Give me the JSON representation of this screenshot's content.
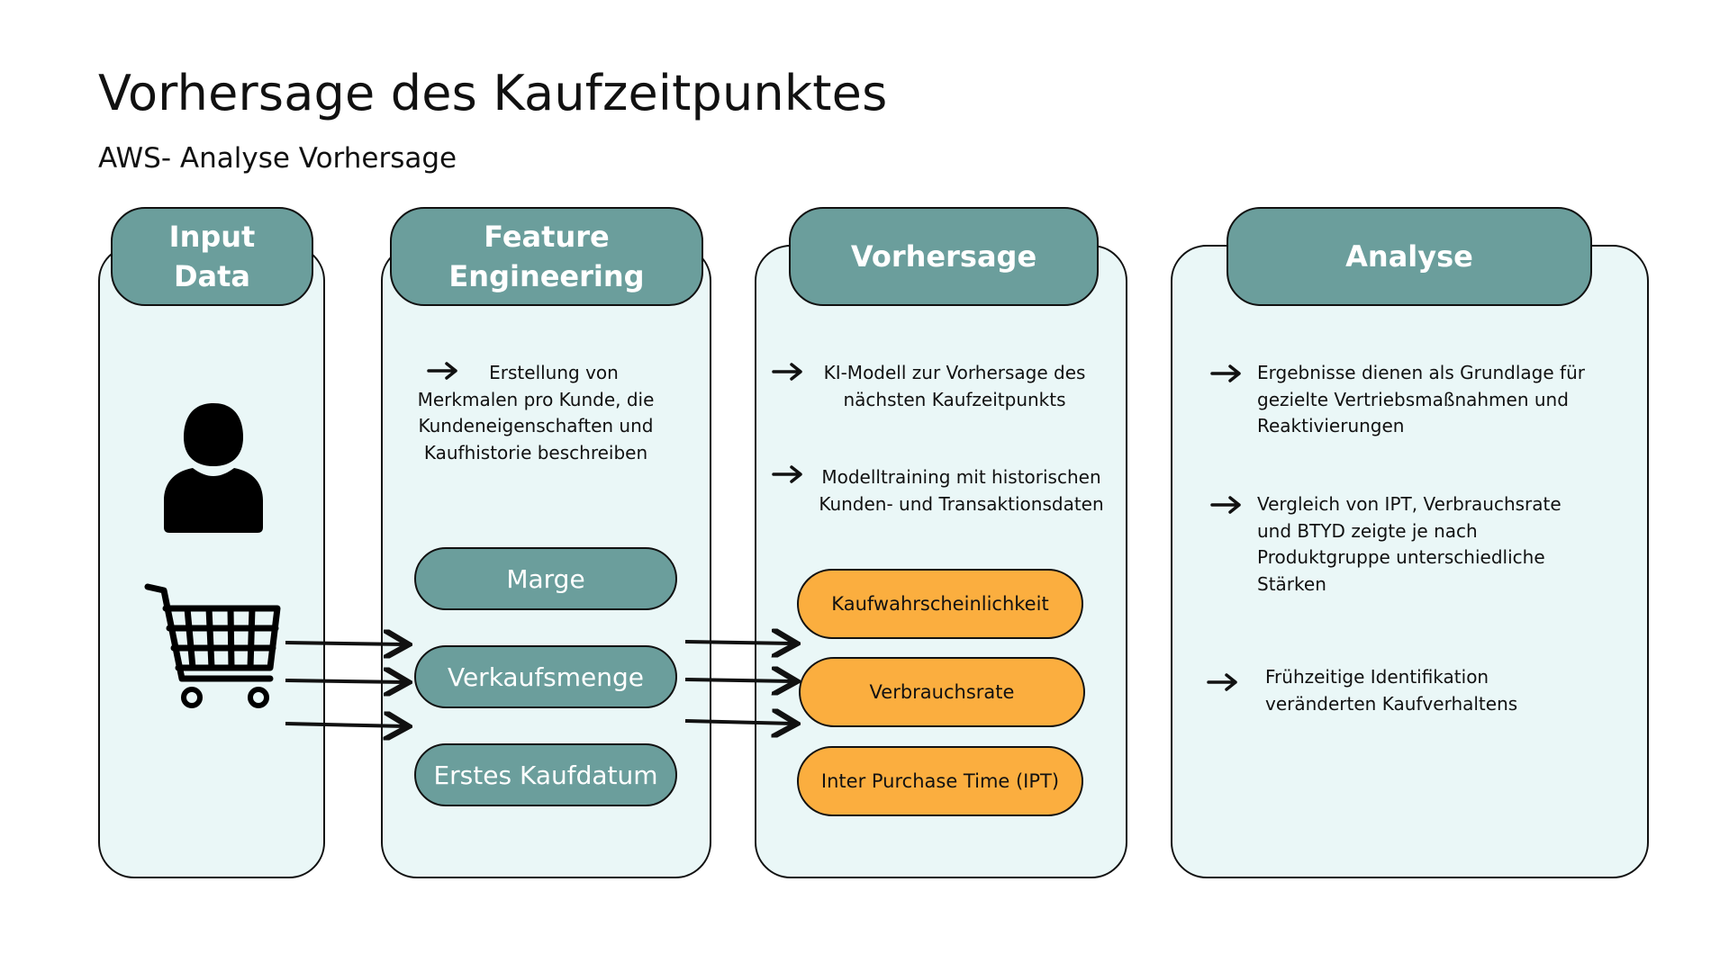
{
  "title": "Vorhersage des Kaufzeitpunktes",
  "subtitle": "AWS- Analyse Vorhersage",
  "colors": {
    "panel_bg": "#eaf7f7",
    "header_bg": "#6b9e9c",
    "teal_pill": "#6b9e9c",
    "orange_pill": "#fbae3f",
    "stroke": "#111111"
  },
  "columns": {
    "input": {
      "header_line1": "Input",
      "header_line2": "Data",
      "icons": [
        "person-icon",
        "shopping-cart-icon"
      ]
    },
    "feature": {
      "header": "Feature Engineering",
      "bullet_line1": "Erstellung von",
      "bullet_line2": "Merkmalen pro Kunde, die",
      "bullet_line3": "Kundeneigenschaften und",
      "bullet_line4": "Kaufhistorie beschreiben",
      "pills": [
        "Marge",
        "Verkaufsmenge",
        "Erstes Kaufdatum"
      ]
    },
    "prediction": {
      "header": "Vorhersage",
      "bullet1_line1": "KI-Modell zur Vorhersage des",
      "bullet1_line2": "nächsten Kaufzeitpunkts",
      "bullet2_line1": "Modelltraining mit historischen",
      "bullet2_line2": "Kunden- und Transaktionsdaten",
      "pills": [
        "Kaufwahrscheinlichkeit",
        "Verbrauchsrate",
        "Inter Purchase Time (IPT)"
      ]
    },
    "analysis": {
      "header": "Analyse",
      "bullet1_line1": "Ergebnisse dienen als Grundlage für",
      "bullet1_line2": "gezielte Vertriebsmaßnahmen und",
      "bullet1_line3": "Reaktivierungen",
      "bullet2_line1": "Vergleich von IPT, Verbrauchsrate",
      "bullet2_line2": "und BTYD zeigte je nach",
      "bullet2_line3": "Produktgruppe unterschiedliche",
      "bullet2_line4": "Stärken",
      "bullet3_line1": "Frühzeitige Identifikation",
      "bullet3_line2": "veränderten Kaufverhaltens"
    }
  }
}
